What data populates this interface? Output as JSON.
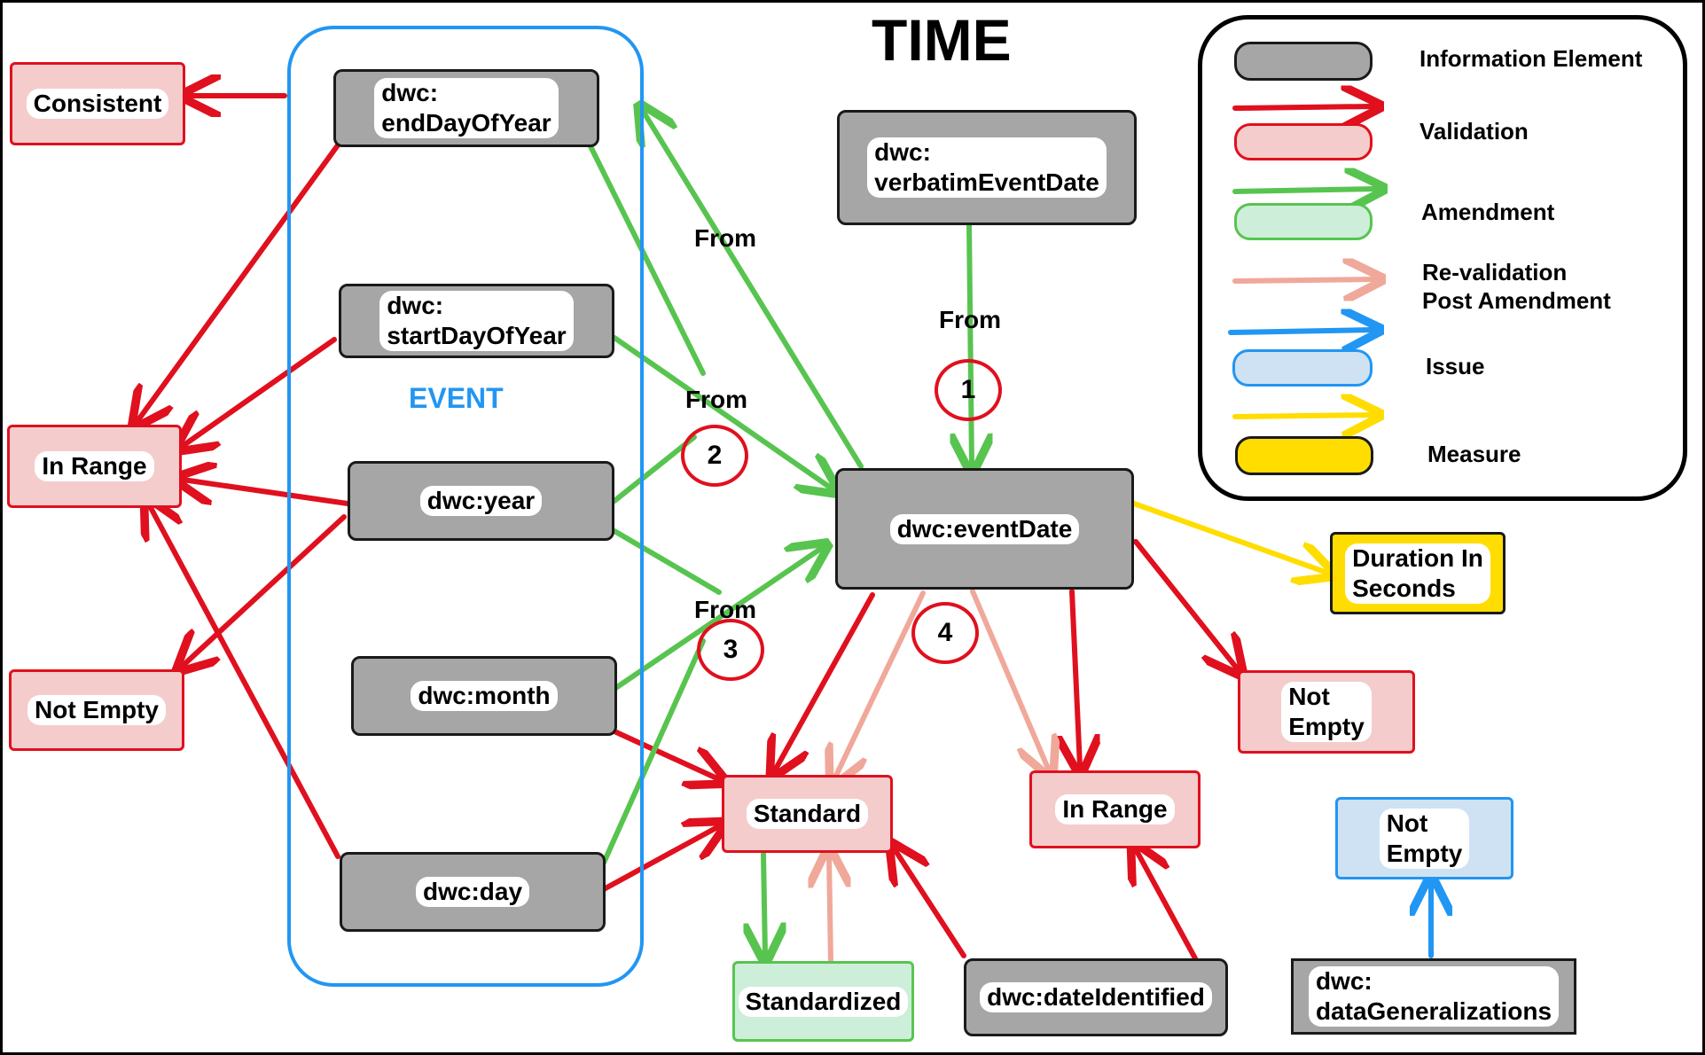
{
  "title": "TIME",
  "event_group": "EVENT",
  "nodes": {
    "endDayOfYear": "dwc:\nendDayOfYear",
    "startDayOfYear": "dwc:\nstartDayOfYear",
    "year": "dwc:year",
    "month": "dwc:month",
    "day": "dwc:day",
    "verbatimEventDate": "dwc:\nverbatimEventDate",
    "eventDate": "dwc:eventDate",
    "dateIdentified": "dwc:dateIdentified",
    "dataGeneralizations": "dwc:\ndataGeneralizations",
    "consistent": "Consistent",
    "inRangeLeft": "In Range",
    "notEmptyLeft": "Not Empty",
    "standard": "Standard",
    "standardized": "Standardized",
    "inRangeMid": "In Range",
    "notEmptyRight": "Not\nEmpty",
    "notEmptyIssue": "Not\nEmpty",
    "duration": "Duration In\nSeconds"
  },
  "edge_labels": {
    "from1": "From",
    "from2": "From",
    "from3": "From",
    "from4": "From"
  },
  "circles": {
    "c1": "1",
    "c2": "2",
    "c3": "3",
    "c4": "4"
  },
  "legend": {
    "information_element": "Information Element",
    "validation": "Validation",
    "amendment": "Amendment",
    "revalidation": "Re-validation\nPost Amendment",
    "issue": "Issue",
    "measure": "Measure"
  },
  "colors": {
    "validation": "#e0101e",
    "amendment": "#58c450",
    "revalidation": "#f0a89a",
    "issue": "#2196f3",
    "measure": "#ffdd00",
    "information_element": "#a6a6a6"
  }
}
